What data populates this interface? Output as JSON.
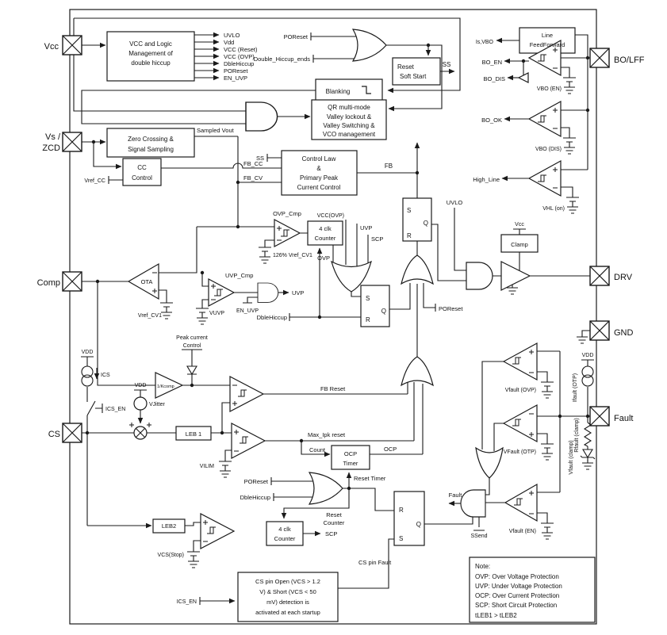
{
  "pins": {
    "vcc": "Vcc",
    "vs1": "Vs /",
    "vs2": "ZCD",
    "comp": "Comp",
    "cs": "CS",
    "bolff": "BO/LFF",
    "drv": "DRV",
    "gnd": "GND",
    "fault": "Fault"
  },
  "blocks": {
    "vcc1": "VCC and Logic",
    "vcc2": "Management of",
    "vcc3": "double hiccup",
    "rss1": "Reset",
    "rss2": "Soft Start",
    "blanking": "Blanking",
    "qr1": "QR multi-mode",
    "qr2": "Valley lockout &",
    "qr3": "Valley Switching &",
    "qr4": "VCO management",
    "zc1": "Zero Crossing &",
    "zc2": "Signal Sampling",
    "cc1": "CC",
    "cc2": "Control",
    "cl1": "Control Law",
    "cl2": "&",
    "cl3": "Primary Peak",
    "cl4": "Current Control",
    "cnt1": "4 clk",
    "cnt2": "Counter",
    "ocp1": "OCP",
    "ocp2": "Timer",
    "leb1": "LEB 1",
    "leb2": "LEB2",
    "clamp": "Clamp",
    "lff1": "Line",
    "lff2": "FeedForward",
    "cso1": "CS pin Open (VCS > 1.2",
    "cso2": "V) & Short (VCS < 50",
    "cso3": "mV) detection is",
    "cso4": "activated at each startup"
  },
  "latch": {
    "s": "S",
    "q": "Q",
    "r": "R"
  },
  "signals": {
    "uvlo": "UVLO",
    "vdd": "Vdd",
    "vcc_reset": "VCC (Reset)",
    "vcc_ovp": "VCC (OVP)",
    "dblehiccup": "DbleHiccup",
    "poreset": "POReset",
    "en_uvp": "EN_UVP",
    "poreset2": "POReset",
    "dbl_ends": "Double_Hiccup_ends",
    "ss": "SS",
    "sampled": "Sampled Vout",
    "vref_cc": "Vref_CC",
    "ss_in": "SS",
    "fb_cc": "FB_CC",
    "fb_cv": "FB_CV",
    "fb": "FB",
    "ovp_cmp": "OVP_Cmp",
    "ref126": "126% Vref_CV1",
    "vcc_ovp2": "VCC(OVP)",
    "uvp2": "UVP",
    "scp2": "SCP",
    "ovp": "OVP",
    "uvlo2": "UVLO",
    "poreset3": "POReset",
    "dblehiccup2": "DbleHiccup",
    "ota": "OTA",
    "vref_cv1": "Vref_CV1",
    "uvp_cmp": "UVP_Cmp",
    "vuvp": "VUVP",
    "en_uvp2": "EN_UVP",
    "uvp3": "UVP",
    "peak1": "Peak current",
    "peak2": "Control",
    "gain": "1/Kcomp",
    "vdd2": "VDD",
    "ics": "ICS",
    "ics_en": "ICS_EN",
    "vdd3": "VDD",
    "vjitter": "VJitter",
    "fb_reset": "FB Reset",
    "max_ipk": "Max_Ipk reset",
    "count": "Count",
    "ocp": "OCP",
    "reset_timer": "Reset Timer",
    "rc1": "Reset",
    "rc2": "Counter",
    "vilim": "VILIM",
    "poreset4": "POReset",
    "dblehiccup3": "DbleHiccup",
    "scp": "SCP",
    "vcs_stop": "VCS(Stop)",
    "cs_fault": "CS pin Fault",
    "fault": "Fault",
    "ss_end": "SSend",
    "ics_en2": "ICS_EN",
    "vcc2": "Vcc",
    "ivbo": "Is,VBO",
    "bo_en": "BO_EN",
    "bo_dis": "BO_DIS",
    "vbo_en": "VBO (EN)",
    "bo_ok": "BO_OK",
    "vbo_dis": "VBO (DIS)",
    "high_line": "High_Line",
    "vhl_on": "VHL (on)",
    "vdd4": "VDD",
    "ifault": "Ifault (OTP)",
    "rfault": "Rfault (clamp)",
    "vfclamp": "Vfault (clamp)",
    "vfovp": "Vfault (OVP)",
    "vfotp": "VFault (OTP)",
    "vfen": "Vfault (EN)"
  },
  "note": {
    "n1": "Note:",
    "n2": "OVP: Over Voltage Protection",
    "n3": "UVP: Under Voltage Protection",
    "n4": "OCP: Over Current Protection",
    "n5": "SCP: Short Circuit Protection",
    "n6": "tLEB1 > tLEB2"
  }
}
